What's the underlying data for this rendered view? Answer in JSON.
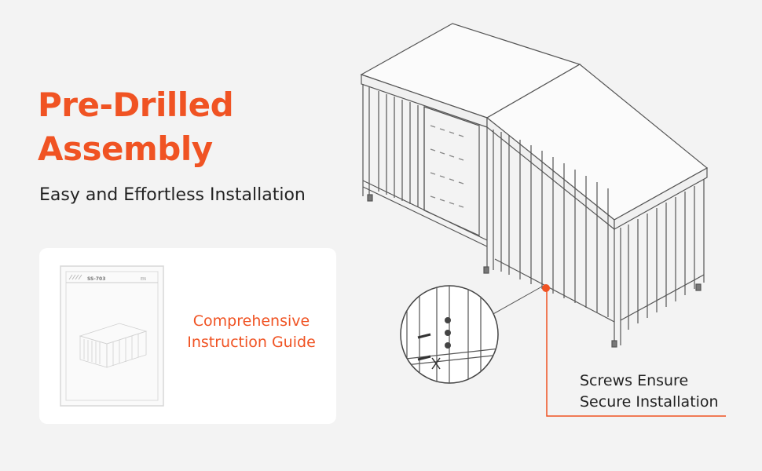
{
  "headline": {
    "line1": "Pre-Drilled",
    "line2": "Assembly"
  },
  "subhead": "Easy and Effortless Installation",
  "instruction_card": {
    "booklet_code": "SS-703",
    "label_line1": "Comprehensive",
    "label_line2": "Instruction Guide"
  },
  "callout": {
    "line1": "Screws Ensure",
    "line2": "Secure Installation"
  },
  "colors": {
    "accent": "#f05323",
    "text": "#222222",
    "background": "#f3f3f3",
    "card": "#ffffff"
  },
  "icons": [
    "instruction-booklet-icon",
    "dog-kennel-illustration",
    "screw-detail-icon"
  ]
}
